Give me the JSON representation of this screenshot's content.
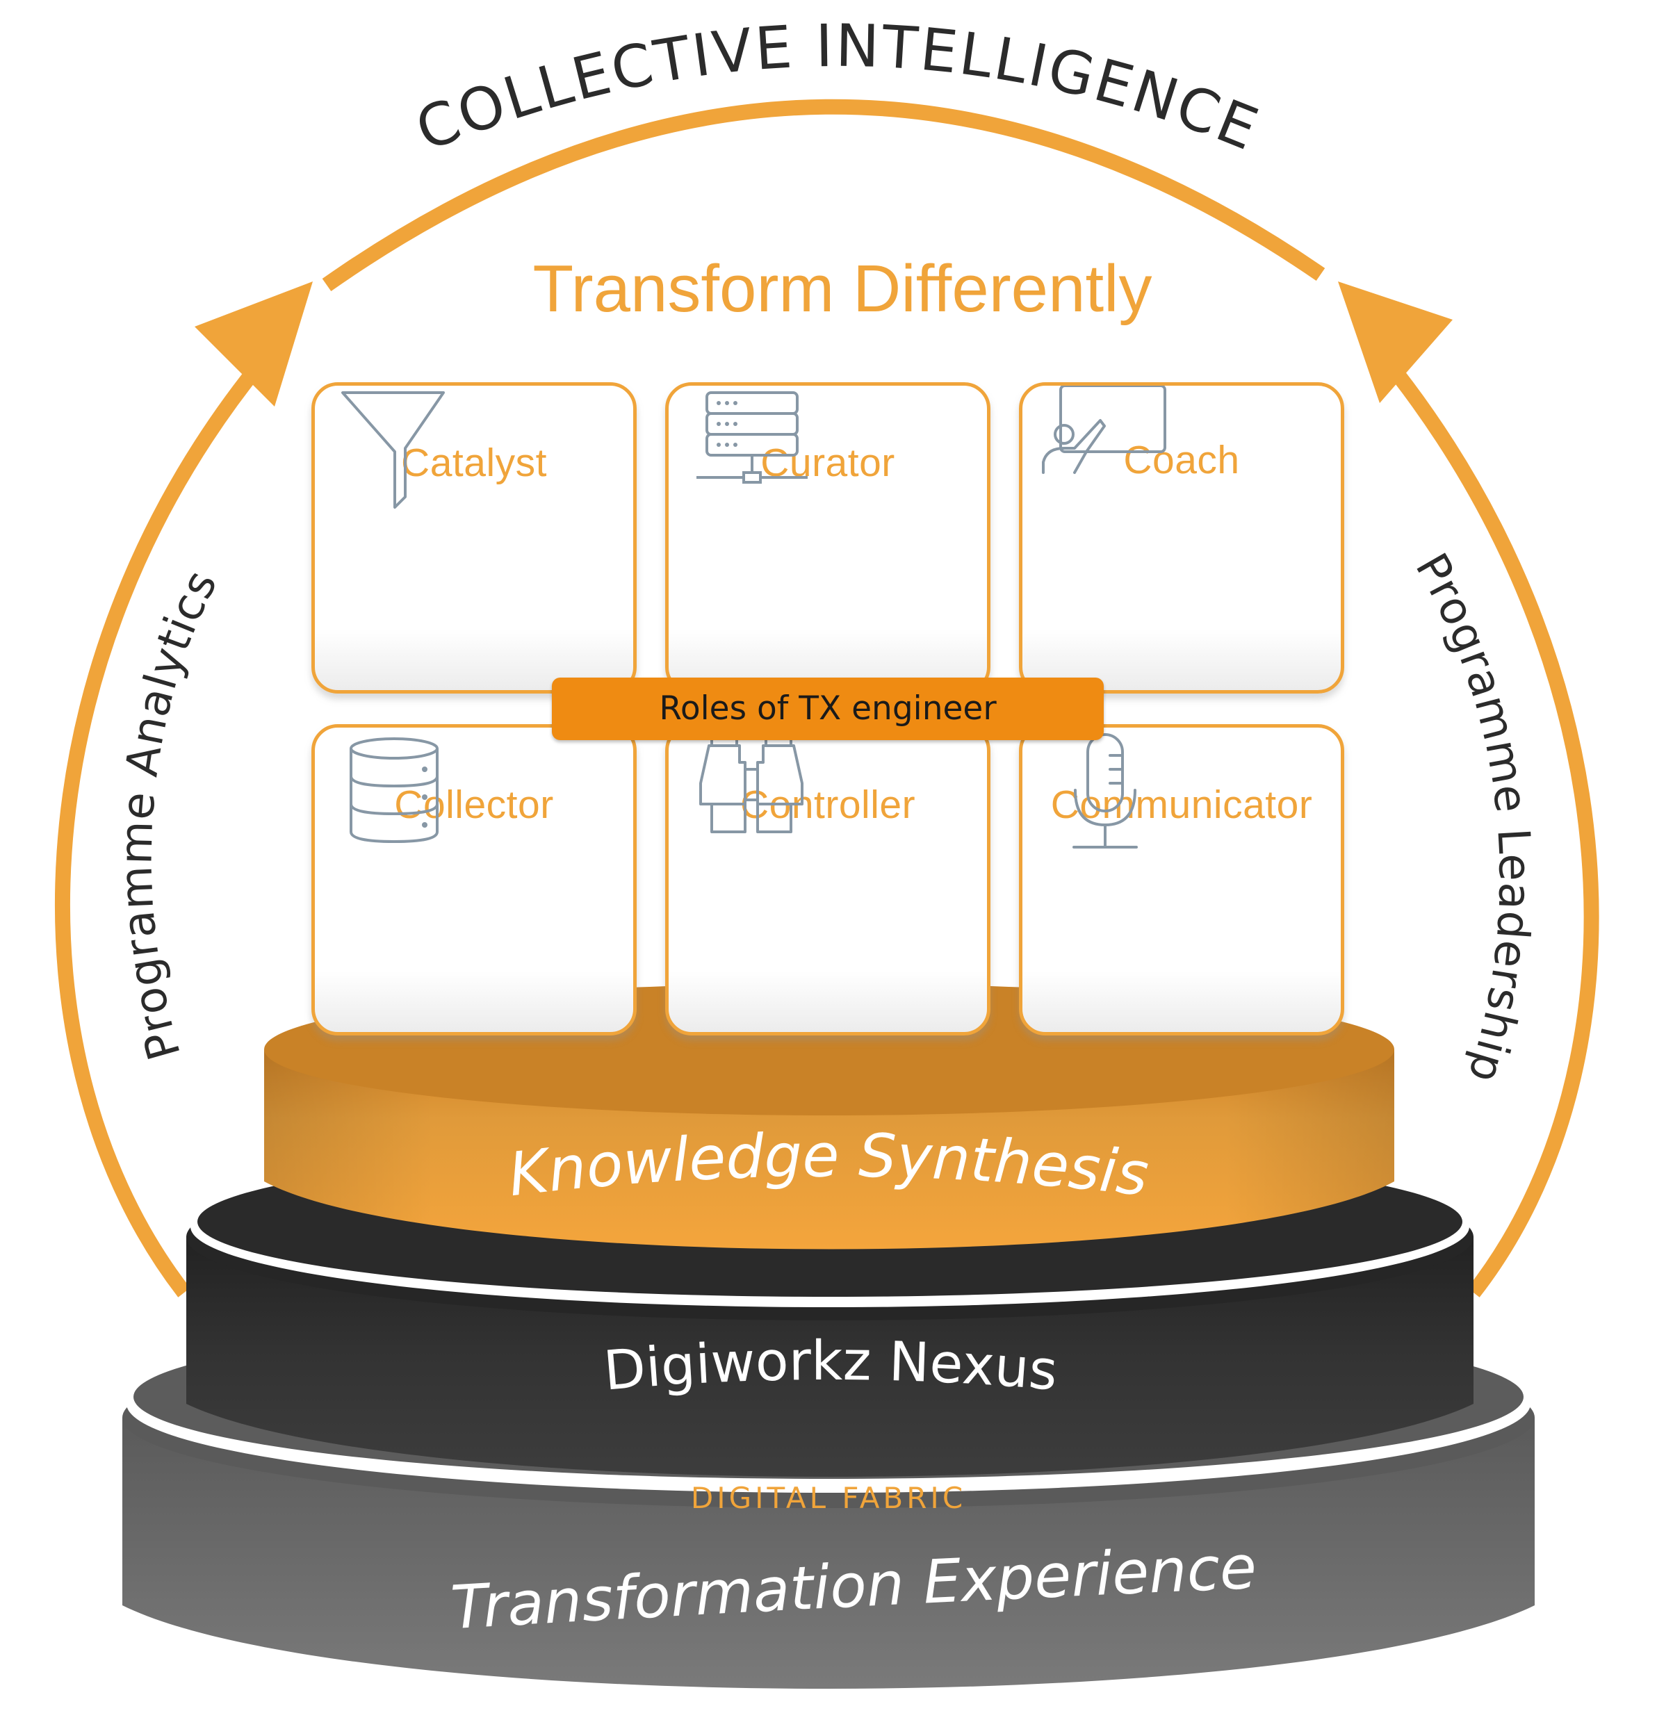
{
  "header": {
    "collective": "COLLECTIVE INTELLIGENCE",
    "transform": "Transform Differently"
  },
  "sides": {
    "left": "Programme Analytics",
    "right": "Programme Leadership"
  },
  "roles": {
    "badge": "Roles of TX engineer",
    "items": [
      {
        "label": "Catalyst",
        "icon": "funnel-icon"
      },
      {
        "label": "Curator",
        "icon": "server-icon"
      },
      {
        "label": "Coach",
        "icon": "presentation-board-icon"
      },
      {
        "label": "Collector",
        "icon": "database-icon"
      },
      {
        "label": "Controller",
        "icon": "binoculars-icon"
      },
      {
        "label": "Communicator",
        "icon": "microphone-icon"
      }
    ]
  },
  "layers": {
    "knowledge": "Knowledge Synthesis",
    "nexus": "Digiworkz Nexus",
    "fabric": "DIGITAL FABRIC",
    "experience": "Transformation Experience"
  },
  "colors": {
    "orange": "#f0a43a",
    "dark": "#2f2f2f",
    "grey": "#6a6a6a",
    "icon": "#8797a5"
  }
}
